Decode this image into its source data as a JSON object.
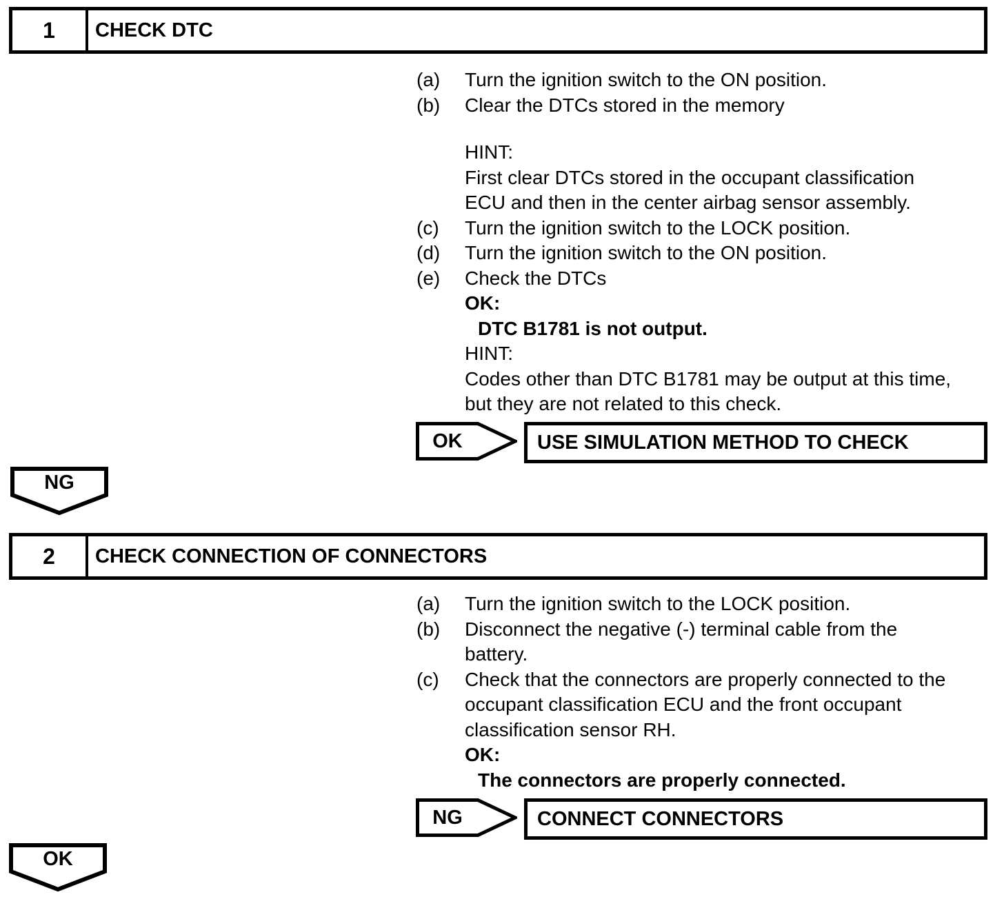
{
  "document": {
    "steps": [
      {
        "number": "1",
        "title": "CHECK DTC",
        "lines": [
          {
            "label": "(a)",
            "text": "Turn the ignition switch to the ON position."
          },
          {
            "label": "(b)",
            "text": "Clear the DTCs stored in the memory"
          },
          {
            "label": "",
            "text": "HINT:"
          },
          {
            "label": "",
            "text": "First clear DTCs stored in the occupant classification"
          },
          {
            "label": "",
            "text": "ECU and then in the center airbag sensor assembly."
          },
          {
            "label": "(c)",
            "text": "Turn the ignition switch to the LOCK position."
          },
          {
            "label": "(d)",
            "text": "Turn the ignition switch to the ON position."
          },
          {
            "label": "(e)",
            "text": "Check the DTCs"
          },
          {
            "label": "",
            "text": "OK:"
          },
          {
            "label": "",
            "text": "DTC B1781 is not output."
          },
          {
            "label": "",
            "text": "HINT:"
          },
          {
            "label": "",
            "text": "Codes other than DTC B1781 may be output at this time,"
          },
          {
            "label": "",
            "text": "but they are not related to this check."
          }
        ],
        "pointer": {
          "verdict": "OK",
          "action": "USE SIMULATION METHOD TO CHECK"
        },
        "exit_verdict": "NG"
      },
      {
        "number": "2",
        "title": "CHECK CONNECTION OF CONNECTORS",
        "lines": [
          {
            "label": "(a)",
            "text": "Turn the ignition switch to the LOCK position."
          },
          {
            "label": "(b)",
            "text": "Disconnect the negative (-) terminal cable from the"
          },
          {
            "label": "",
            "text": "battery."
          },
          {
            "label": "(c)",
            "text": "Check that the connectors are properly connected to the"
          },
          {
            "label": "",
            "text": "occupant classification ECU and the front occupant"
          },
          {
            "label": "",
            "text": "classification sensor RH."
          },
          {
            "label": "",
            "text": "OK:"
          },
          {
            "label": "",
            "text": "The connectors are properly connected."
          }
        ],
        "pointer": {
          "verdict": "NG",
          "action": "CONNECT CONNECTORS"
        },
        "exit_verdict": "OK"
      }
    ],
    "colors": {
      "ink": "#000000",
      "paper": "#ffffff"
    }
  }
}
